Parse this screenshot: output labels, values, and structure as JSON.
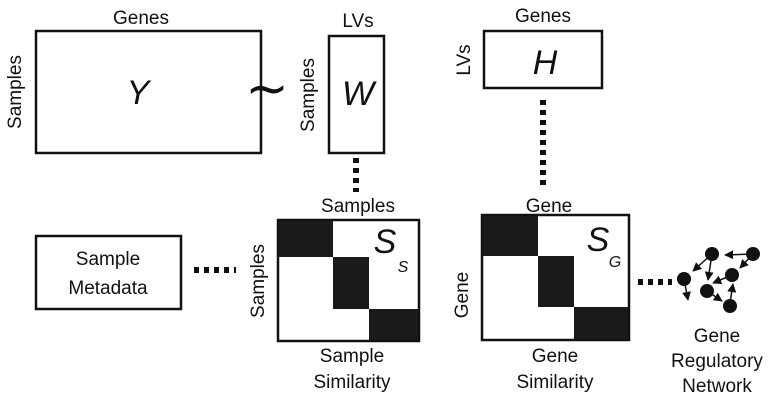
{
  "matrices": {
    "y": {
      "symbol": "Y",
      "col_label": "Genes",
      "row_label": "Samples"
    },
    "w": {
      "symbol": "W",
      "col_label": "LVs",
      "row_label": "Samples"
    },
    "h": {
      "symbol": "H",
      "col_label": "Genes",
      "row_label": "LVs"
    }
  },
  "approx_symbol": "∼",
  "sample_similarity": {
    "symbol": "S",
    "subscript": "S",
    "col_label": "Samples",
    "row_label": "Samples",
    "caption_line1": "Sample",
    "caption_line2": "Similarity"
  },
  "gene_similarity": {
    "symbol": "S",
    "subscript": "G",
    "col_label": "Gene",
    "row_label": "Gene",
    "caption_line1": "Gene",
    "caption_line2": "Similarity"
  },
  "metadata_box": {
    "line1": "Sample",
    "line2": "Metadata"
  },
  "network": {
    "line1": "Gene",
    "line2": "Regulatory",
    "line3": "Network"
  },
  "colors": {
    "ink": "#111111",
    "block": "#1a1a1a"
  }
}
